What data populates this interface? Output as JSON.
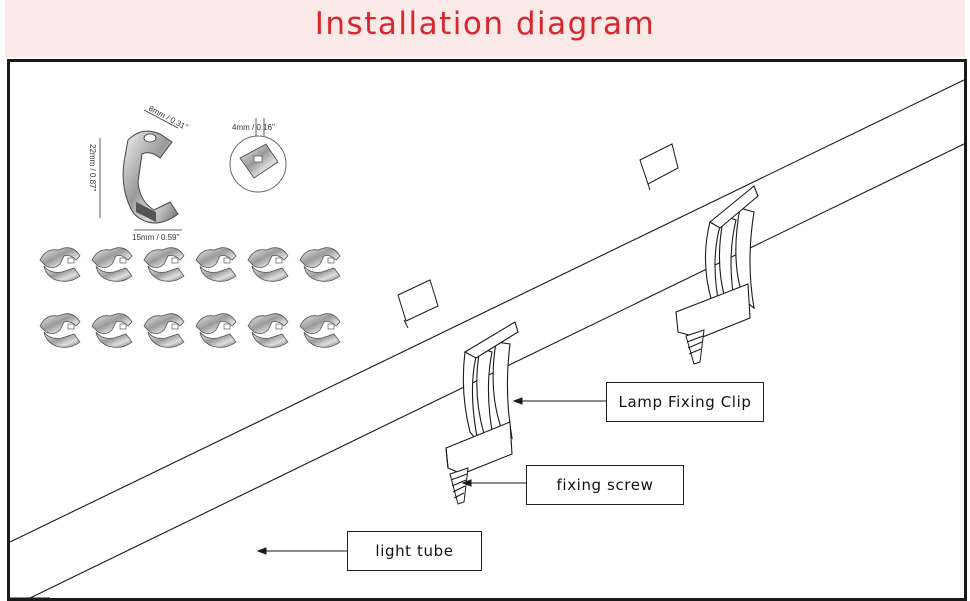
{
  "header": {
    "title": "Installation diagram"
  },
  "labels": {
    "clip": "Lamp Fixing Clip",
    "screw": "fixing screw",
    "tube": "light tube"
  },
  "dimensions": {
    "top": "8mm / 0.31\"",
    "height": "22mm / 0.87\"",
    "width": "15mm / 0.59\"",
    "hole": "4mm / 0.16\""
  },
  "colors": {
    "title": "#d8262e",
    "header_bg": "#fbe9e7",
    "line": "#1a1a1a"
  }
}
